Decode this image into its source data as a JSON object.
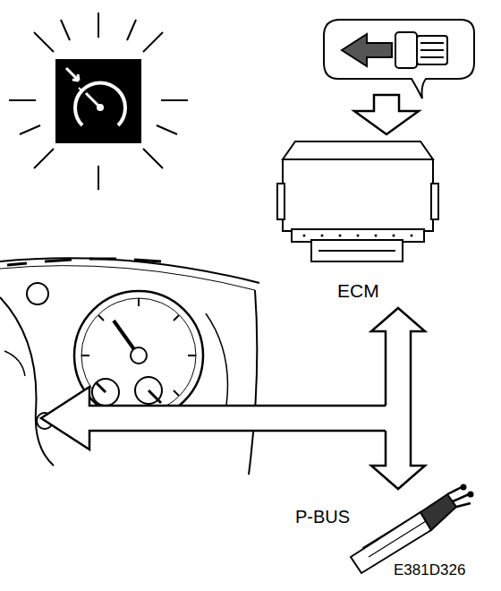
{
  "diagram": {
    "nodes": [
      {
        "text": [
          "ECM"
        ]
      },
      {
        "text": [
          "P-BUS"
        ]
      }
    ],
    "edges": [
      {
        "from": 0,
        "to": 1,
        "arrow": "both"
      }
    ],
    "labels": [
      "E381D326"
    ]
  }
}
